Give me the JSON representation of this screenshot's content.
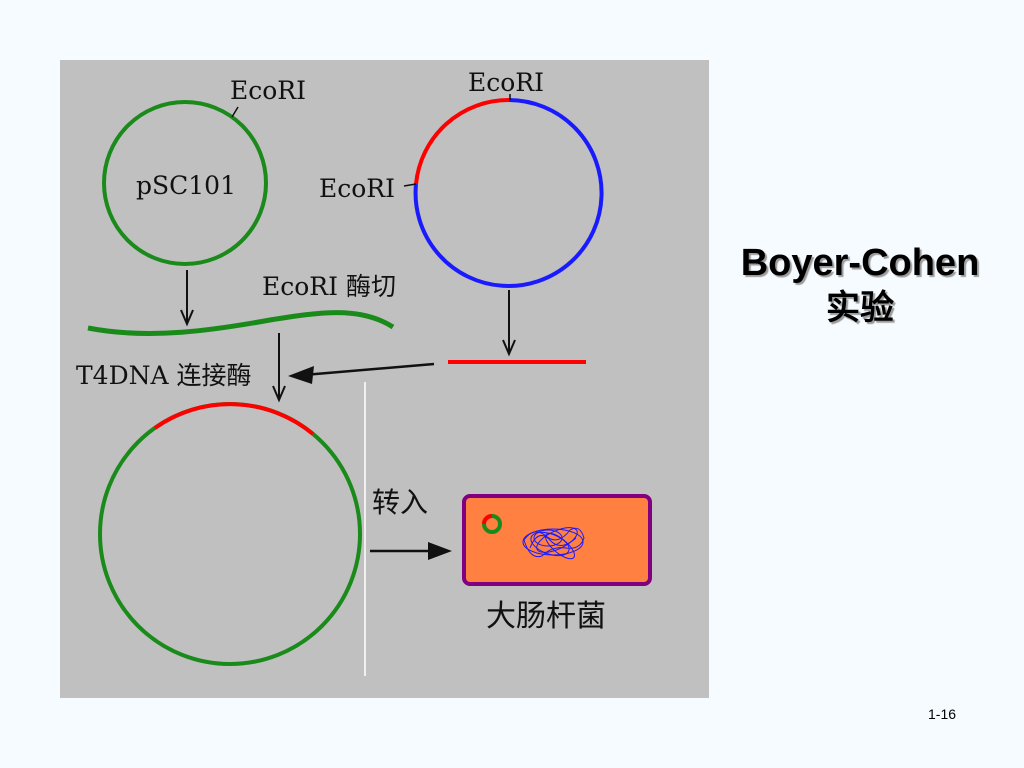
{
  "title": {
    "line1": "Boyer-Cohen",
    "line2": "实验"
  },
  "page_number": "1-16",
  "diagram": {
    "plasmid_ecori_label": "EcoRI",
    "plasmid_name": "pSC101",
    "donor_ecori_top": "EcoRI",
    "donor_ecori_left": "EcoRI",
    "digest_label": "EcoRI 酶切",
    "ligase_label": "T4DNA 连接酶",
    "transform_label": "转入",
    "host_label": "大肠杆菌"
  },
  "colors": {
    "vector_dna": "#1a8a1a",
    "insert_dna": "#ff0000",
    "donor_dna": "#1a1aff",
    "cell_fill": "#ff8040",
    "cell_border": "#800080",
    "panel_bg": "#c0c0c0"
  }
}
